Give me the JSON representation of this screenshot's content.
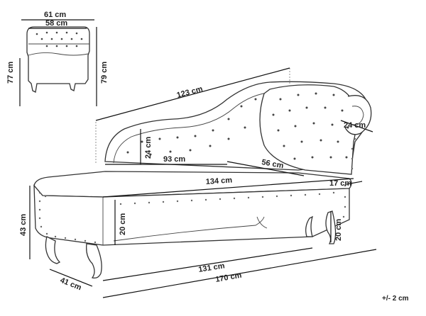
{
  "dimensions": {
    "side_outer_width": "61 cm",
    "side_inner_width": "58 cm",
    "side_arm_height": "77 cm",
    "side_total_height": "79 cm",
    "back_length": "123 cm",
    "armrest_depth": "24 cm",
    "back_height": "24 cm",
    "back_span": "93 cm",
    "arm_length": "56 cm",
    "seat_length": "134 cm",
    "arm_thickness": "17 cm",
    "seat_height": "43 cm",
    "seat_thickness": "20 cm",
    "leg_height": "20 cm",
    "seat_depth": "41 cm",
    "inner_length": "131 cm",
    "total_length": "170 cm"
  },
  "tolerance": "+/- 2 cm",
  "colors": {
    "line": "#333333",
    "dimension": "#111111"
  }
}
